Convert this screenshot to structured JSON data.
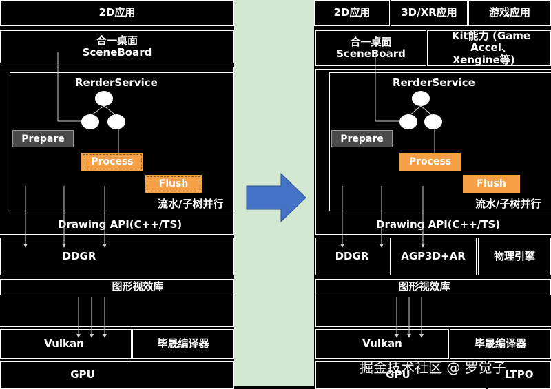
{
  "left": {
    "app_2d": "2D应用",
    "desktop_line1": "合一桌面",
    "desktop_line2": "SceneBoard",
    "render_service": "RerderService",
    "prepare": "Prepare",
    "process": "Process",
    "flush": "Flush",
    "pipeline_note": "流水/子树并行",
    "drawing_api": "Drawing API(C++/TS)",
    "ddgr": "DDGR",
    "graphics_lib": "图形视效库",
    "vulkan": "Vulkan",
    "compiler": "毕晟编译器",
    "gpu": "GPU"
  },
  "right": {
    "app_2d": "2D应用",
    "app_3d_xr": "3D/XR应用",
    "app_game": "游戏应用",
    "desktop_line1": "合一桌面",
    "desktop_line2": "SceneBoard",
    "kit_line1": "Kit能力 (Game Accel、",
    "kit_line2": "Xengine等)",
    "render_service": "RerderService",
    "prepare": "Prepare",
    "process": "Process",
    "flush": "Flush",
    "pipeline_note": "流水/子树并行",
    "drawing_api": "Drawing API(C++/TS)",
    "ddgr": "DDGR",
    "agp": "AGP3D+AR",
    "physics": "物理引擎",
    "graphics_lib": "图形视效库",
    "vulkan": "Vulkan",
    "compiler": "毕晟编译器",
    "gpu": "GPU",
    "ltpo": "LTPO"
  },
  "watermark": "掘金技术社区 @ 罗觉子",
  "colors": {
    "background": "#000000",
    "divider": "#d3e8d3",
    "arrow": "#4472c4",
    "prepare": "#4a4a4a",
    "process": "#f5a044"
  }
}
